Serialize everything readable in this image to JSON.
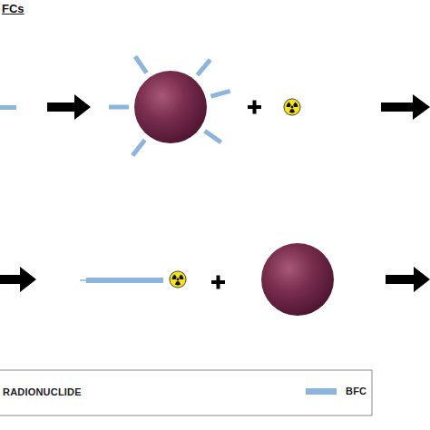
{
  "diagram": {
    "title": "FCs",
    "legend": [
      {
        "text": "RADIONUCLIDE"
      },
      {
        "text": "BFC",
        "color": "#8db4dc"
      }
    ]
  }
}
